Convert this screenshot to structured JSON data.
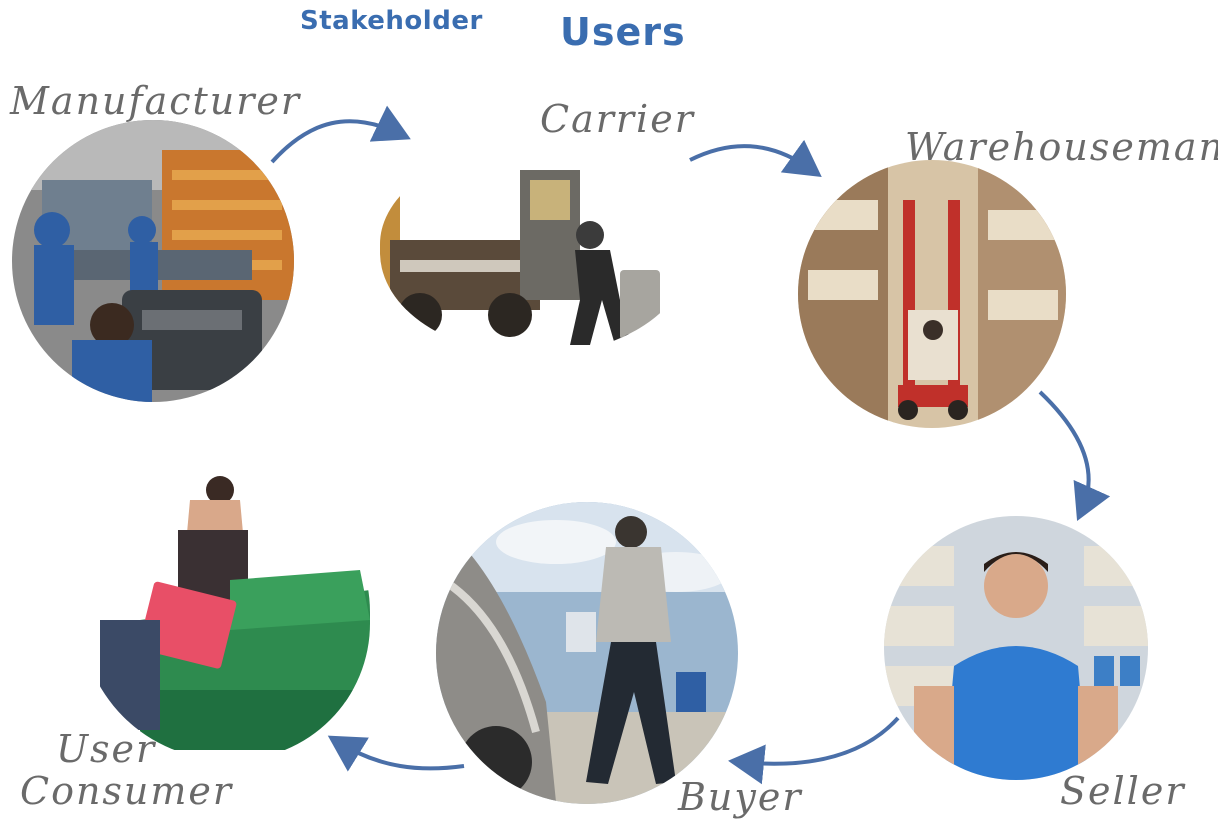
{
  "title": {
    "part1": "Stakeholder",
    "part2": "Users"
  },
  "stages": [
    {
      "label": "Manufacturer",
      "icon": "factory-workers-photo"
    },
    {
      "label": "Carrier",
      "icon": "delivery-truck-handtruck-photo"
    },
    {
      "label": "Warehouseman",
      "icon": "warehouse-forklift-photo"
    },
    {
      "label": "Seller",
      "icon": "store-clerk-photo"
    },
    {
      "label": "Buyer",
      "icon": "car-shopper-photo"
    },
    {
      "label_line1": "User",
      "label_line2": "Consumer",
      "icon": "consumer-bin-photo"
    }
  ],
  "colors": {
    "title": "#3a6db0",
    "arrow": "#4a6fa8",
    "label": "#6a6a6a"
  }
}
